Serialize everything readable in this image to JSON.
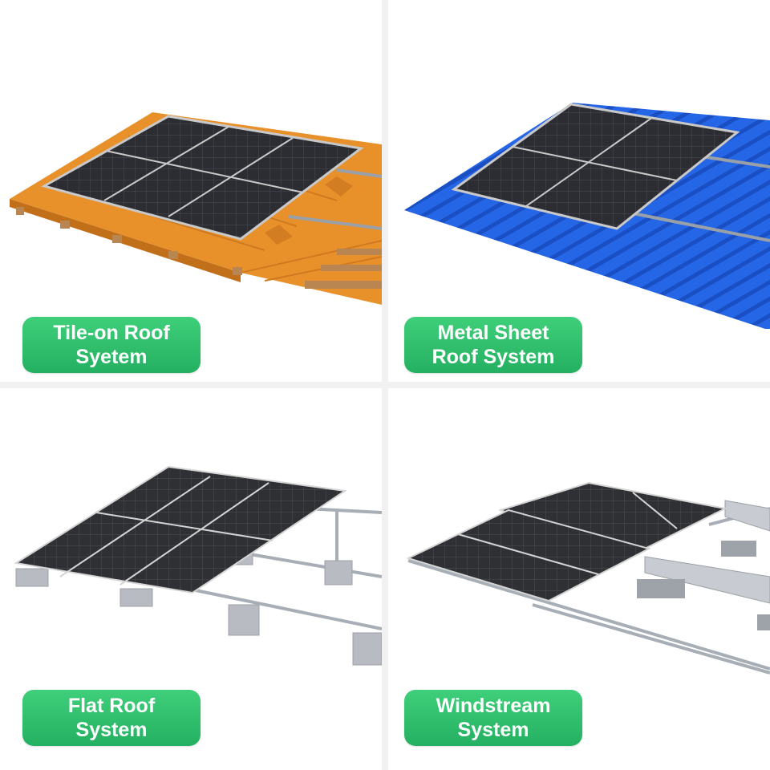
{
  "tiles": [
    {
      "line1": "Tile-on Roof",
      "line2": "Syetem"
    },
    {
      "line1": "Metal Sheet",
      "line2": "Roof System"
    },
    {
      "line1": "Flat Roof",
      "line2": "System"
    },
    {
      "line1": "Windstream",
      "line2": "System"
    }
  ],
  "colors": {
    "accent": "#2bbd6a",
    "tile_roof": "#e8912b",
    "metal_roof": "#1f5fe0",
    "panel": "#2a2a2e",
    "divider": "#f1f1f1"
  },
  "icons": [
    "solar-panel-illustration"
  ]
}
